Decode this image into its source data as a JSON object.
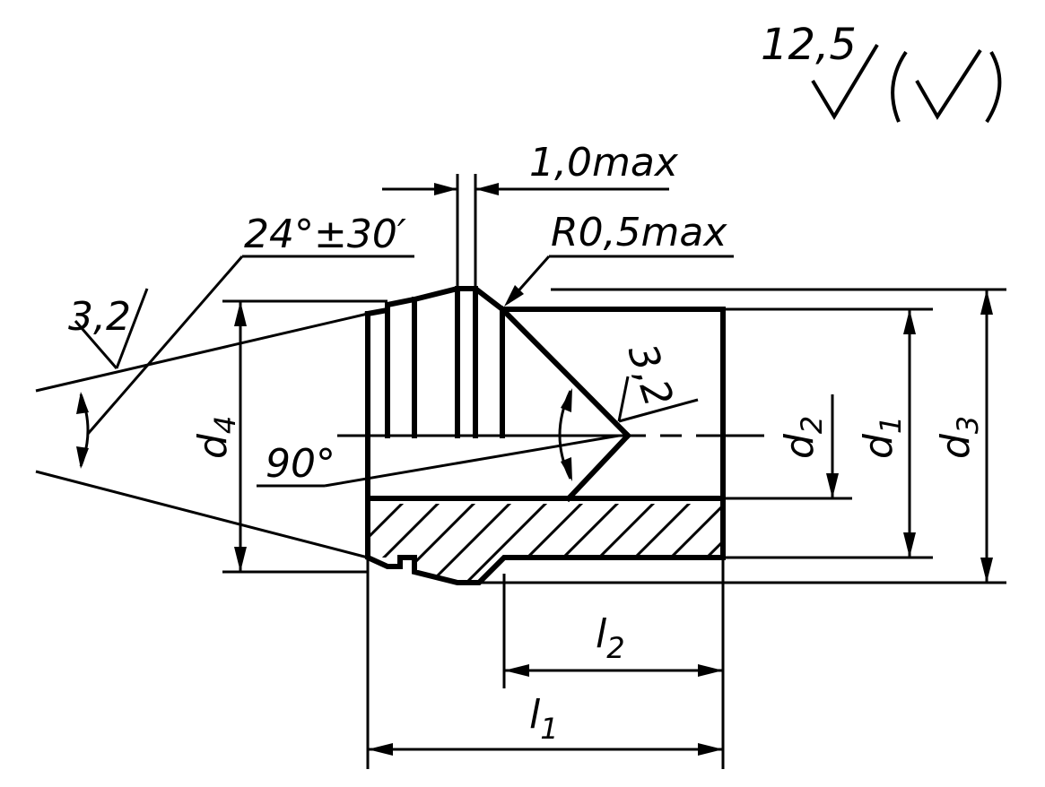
{
  "roughness": {
    "general_value": "12,5",
    "cone_surface_value": "3,2",
    "seat_surface_value": "3,2"
  },
  "annotations": {
    "chamfer_width": "1,0max",
    "cone_angle": "24°±30′",
    "radius": "R0,5max",
    "seat_angle": "90°"
  },
  "dimensions": {
    "d1": {
      "letter": "d",
      "index": "1"
    },
    "d2": {
      "letter": "d",
      "index": "2"
    },
    "d3": {
      "letter": "d",
      "index": "3"
    },
    "d4": {
      "letter": "d",
      "index": "4"
    },
    "l1": {
      "letter": "l",
      "index": "1"
    },
    "l2": {
      "letter": "l",
      "index": "2"
    }
  }
}
